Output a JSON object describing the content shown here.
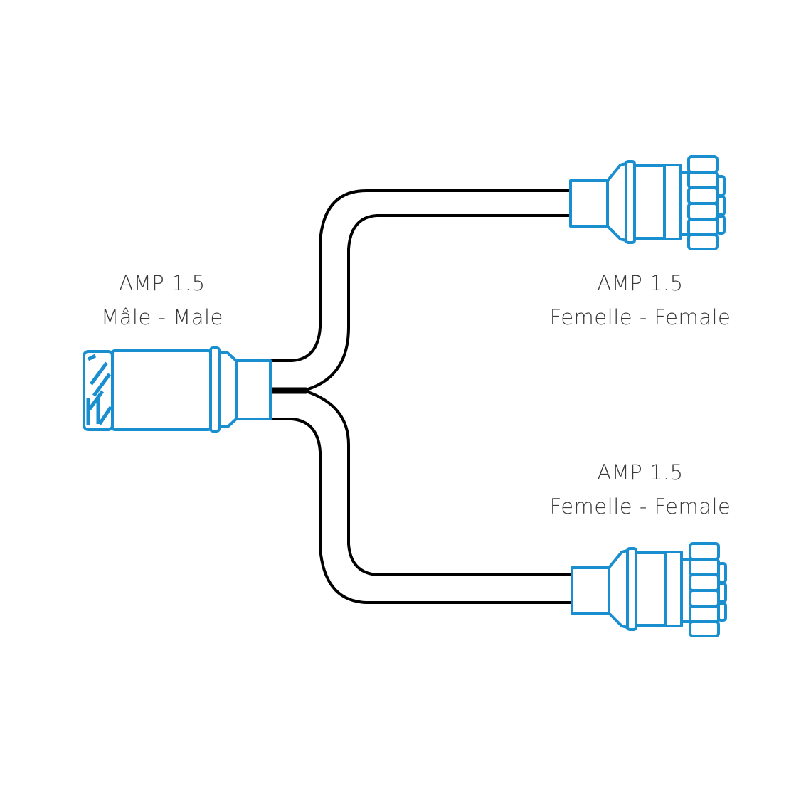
{
  "diagram": {
    "title": "AMP 1.5 Y-splitter cable",
    "colors": {
      "connector": "#1a8fd0",
      "cable": "#000000",
      "text": "#3a3a3a",
      "background": "#ffffff"
    },
    "connectors": [
      {
        "id": "male",
        "type": "AMP 1.5",
        "label_line1": "AMP 1.5",
        "label_line2": "Mâle - Male",
        "gender": "male"
      },
      {
        "id": "female-top",
        "type": "AMP 1.5",
        "label_line1": "AMP 1.5",
        "label_line2": "Femelle - Female",
        "gender": "female"
      },
      {
        "id": "female-bottom",
        "type": "AMP 1.5",
        "label_line1": "AMP 1.5",
        "label_line2": "Femelle - Female",
        "gender": "female"
      }
    ]
  }
}
